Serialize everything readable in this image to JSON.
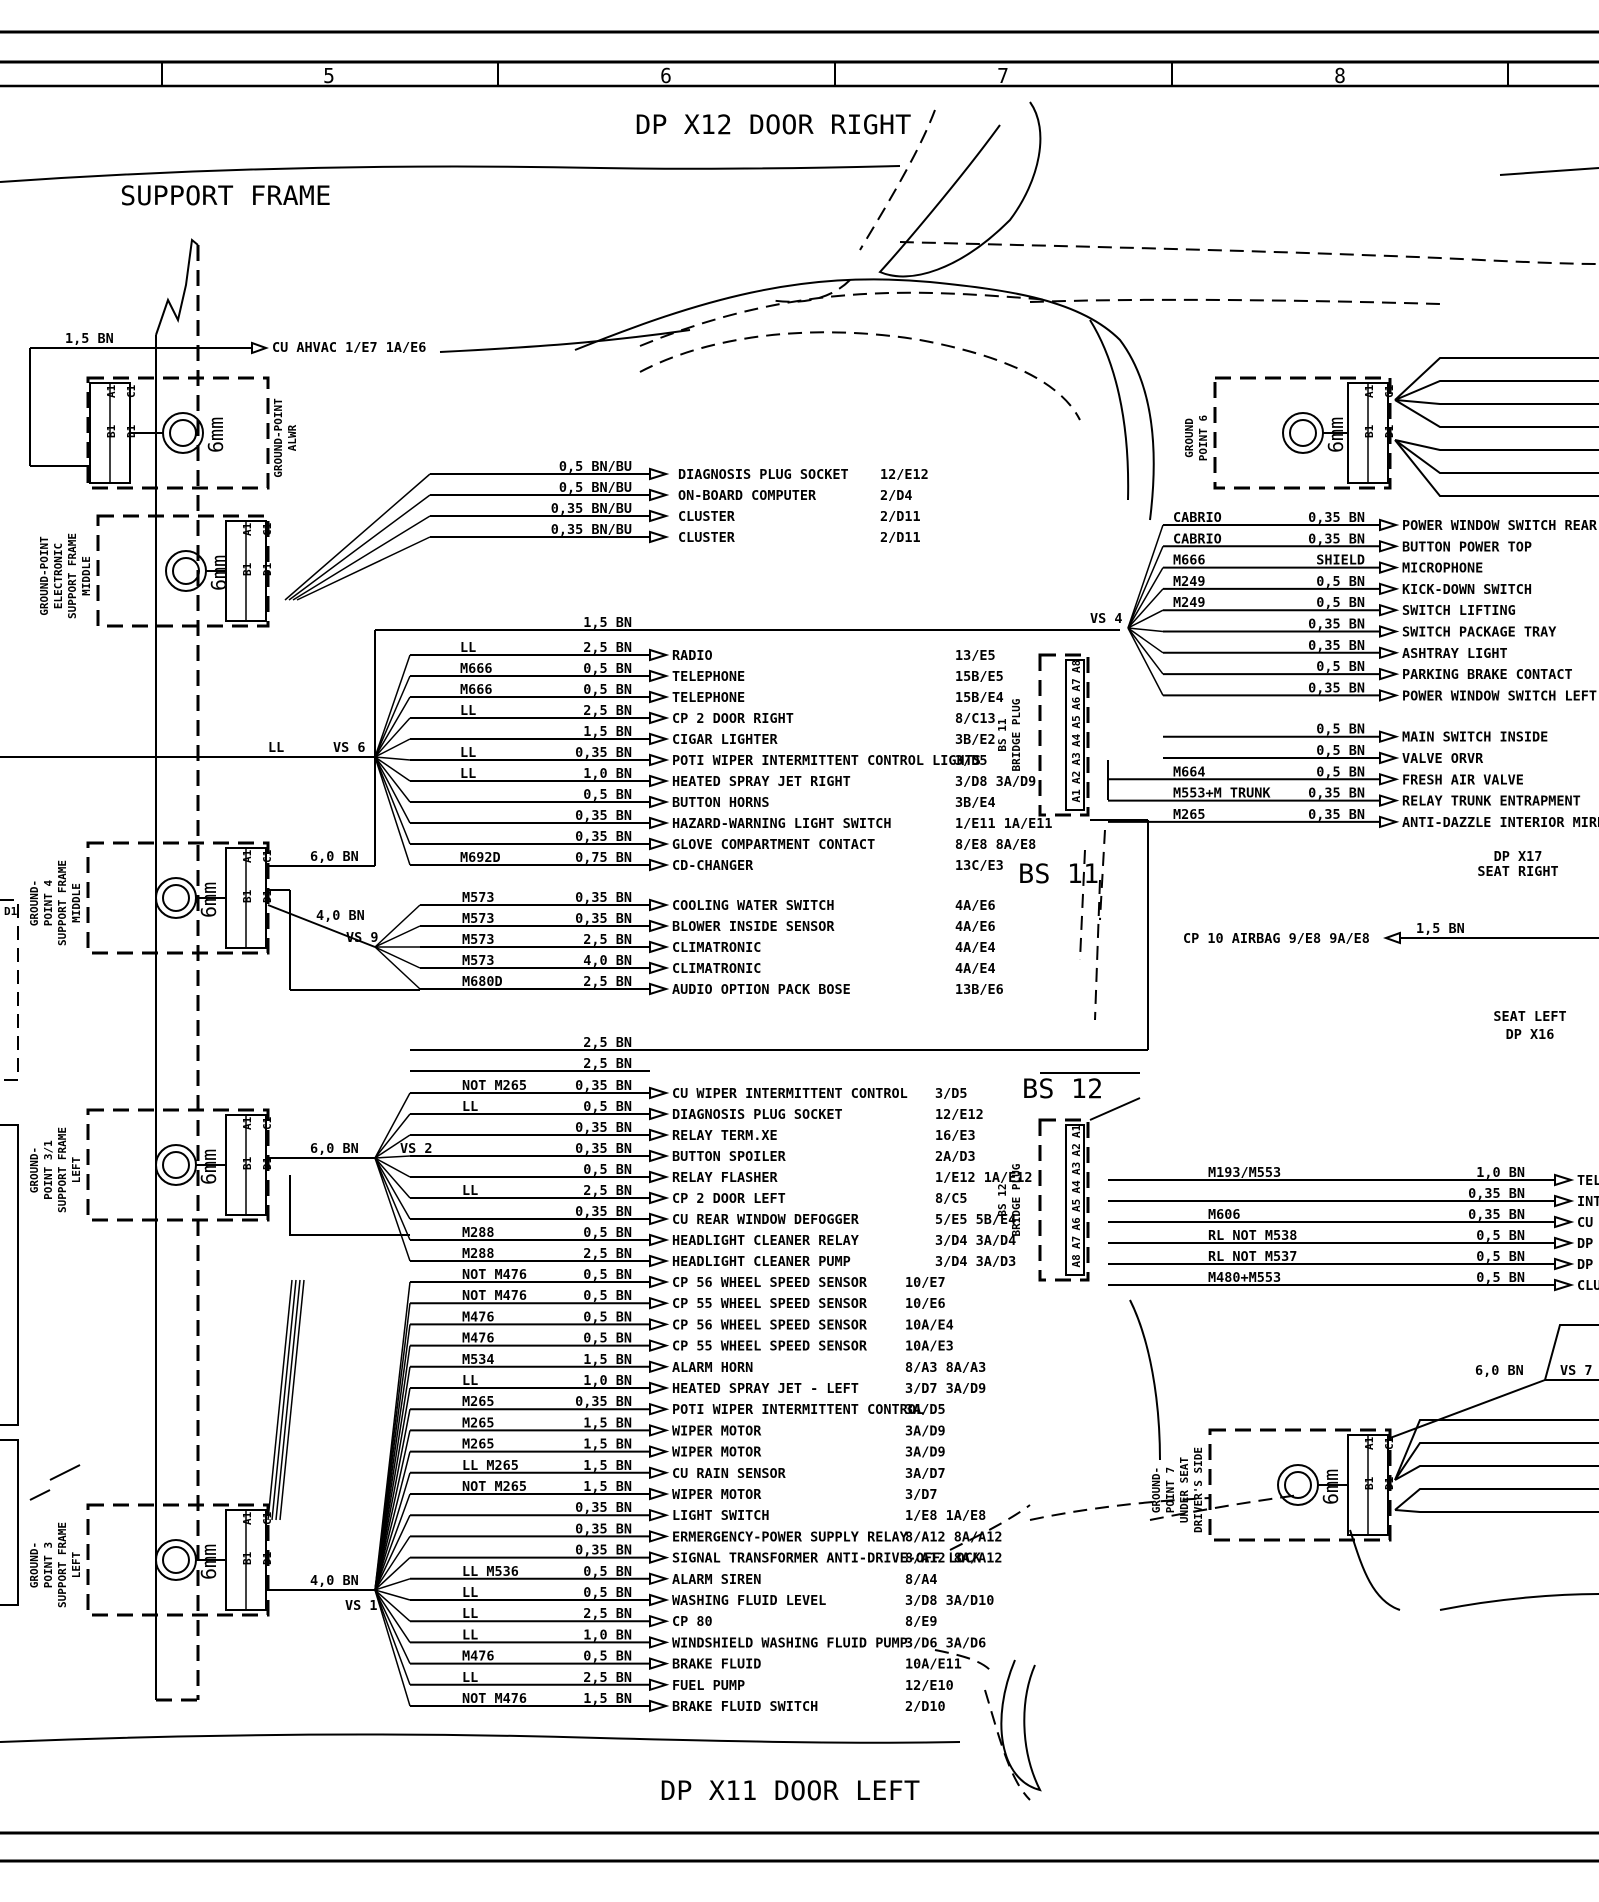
{
  "title_colors": {
    "ink": "#000000",
    "paper": "#ffffff"
  },
  "grid_columns": [
    "5",
    "6",
    "7",
    "8"
  ],
  "areas": {
    "door_right": "DP X12  DOOR RIGHT",
    "door_left": "DP X11  DOOR LEFT",
    "support_frame": "SUPPORT FRAME",
    "seat_right": [
      "DP X17",
      "SEAT RIGHT"
    ],
    "seat_left": [
      "SEAT LEFT",
      "DP X16"
    ]
  },
  "ground_points": [
    {
      "id": "gp-alwr",
      "label": [
        "GROUND-POINT",
        "ALWR"
      ],
      "size": "6mm",
      "pins": [
        "A1",
        "B1",
        "C1",
        "D1"
      ]
    },
    {
      "id": "gp-electronic",
      "label": [
        "GROUND-POINT",
        "ELECTRONIC",
        "SUPPORT FRAME",
        "MIDDLE"
      ],
      "size": "6mm",
      "pins": [
        "A1",
        "B1",
        "C1",
        "D1"
      ]
    },
    {
      "id": "gp-4",
      "label": [
        "GROUND-",
        "POINT 4",
        "SUPPORT FRAME",
        "MIDDLE"
      ],
      "size": "6mm",
      "pins": [
        "A1",
        "B1",
        "C1",
        "D1"
      ]
    },
    {
      "id": "gp-3-1",
      "label": [
        "GROUND-",
        "POINT 3/1",
        "SUPPORT FRAME",
        "LEFT"
      ],
      "size": "6mm",
      "pins": [
        "A1",
        "B1",
        "C1",
        "D1"
      ]
    },
    {
      "id": "gp-3",
      "label": [
        "GROUND-",
        "POINT 3",
        "SUPPORT FRAME",
        "LEFT"
      ],
      "size": "6mm",
      "pins": [
        "A1",
        "B1",
        "C1",
        "D1"
      ]
    },
    {
      "id": "gp-6",
      "label": [
        "GROUND",
        "POINT 6"
      ],
      "size": "6mm",
      "pins": [
        "A1",
        "B1",
        "C1",
        "D1"
      ]
    },
    {
      "id": "gp-7",
      "label": [
        "GROUND-",
        "POINT 7",
        "UNDER SEAT",
        "DRIVER'S SIDE"
      ],
      "size": "6mm",
      "pins": [
        "A1",
        "B1",
        "C1",
        "D1"
      ]
    }
  ],
  "top_wire": {
    "gauge": "1,5 BN",
    "dest": "CU AHVAC  1/E7  1A/E6"
  },
  "electronic_wires": [
    {
      "gauge": "0,5 BN/BU",
      "dest": "DIAGNOSIS PLUG SOCKET",
      "ref": "12/E12"
    },
    {
      "gauge": "0,5 BN/BU",
      "dest": "ON-BOARD COMPUTER",
      "ref": "2/D4"
    },
    {
      "gauge": "0,35 BN/BU",
      "dest": "CLUSTER",
      "ref": "2/D11"
    },
    {
      "gauge": "0,35 BN/BU",
      "dest": "CLUSTER",
      "ref": "2/D11"
    }
  ],
  "vs6": {
    "label": "VS 6",
    "feed": "LL",
    "bus_gauge": "1,5 BN",
    "ground_gauge": "6,0 BN",
    "wires": [
      {
        "code": "LL",
        "gauge": "2,5 BN",
        "dest": "RADIO",
        "ref": "13/E5"
      },
      {
        "code": "M666",
        "gauge": "0,5 BN",
        "dest": "TELEPHONE",
        "ref": "15B/E5"
      },
      {
        "code": "M666",
        "gauge": "0,5 BN",
        "dest": "TELEPHONE",
        "ref": "15B/E4"
      },
      {
        "code": "LL",
        "gauge": "2,5 BN",
        "dest": "CP 2  DOOR RIGHT",
        "ref": "8/C13"
      },
      {
        "code": "",
        "gauge": "1,5 BN",
        "dest": "CIGAR LIGHTER",
        "ref": "3B/E2"
      },
      {
        "code": "LL",
        "gauge": "0,35 BN",
        "dest": "POTI WIPER INTERMITTENT CONTROL LIGHTS",
        "ref": "3/D5"
      },
      {
        "code": "LL",
        "gauge": "1,0 BN",
        "dest": "HEATED SPRAY JET  RIGHT",
        "ref": "3/D8  3A/D9"
      },
      {
        "code": "",
        "gauge": "0,5 BN",
        "dest": "BUTTON HORNS",
        "ref": "3B/E4"
      },
      {
        "code": "",
        "gauge": "0,35 BN",
        "dest": "HAZARD-WARNING LIGHT SWITCH",
        "ref": "1/E11  1A/E11"
      },
      {
        "code": "",
        "gauge": "0,35 BN",
        "dest": "GLOVE COMPARTMENT CONTACT",
        "ref": "8/E8  8A/E8"
      },
      {
        "code": "M692D",
        "gauge": "0,75 BN",
        "dest": "CD-CHANGER",
        "ref": "13C/E3"
      }
    ]
  },
  "vs9": {
    "label": "VS 9",
    "gauge": "4,0 BN",
    "wires": [
      {
        "code": "M573",
        "gauge": "0,35 BN",
        "dest": "COOLING WATER SWITCH",
        "ref": "4A/E6"
      },
      {
        "code": "M573",
        "gauge": "0,35 BN",
        "dest": "BLOWER INSIDE SENSOR",
        "ref": "4A/E6"
      },
      {
        "code": "M573",
        "gauge": "2,5 BN",
        "dest": "CLIMATRONIC",
        "ref": "4A/E4"
      },
      {
        "code": "M573",
        "gauge": "4,0 BN",
        "dest": "CLIMATRONIC",
        "ref": "4A/E4"
      },
      {
        "code": "M680D",
        "gauge": "2,5 BN",
        "dest": "AUDIO OPTION PACK BOSE",
        "ref": "13B/E6"
      }
    ]
  },
  "vs2": {
    "label": "VS 2",
    "ground_gauge": "6,0 BN",
    "extra_gauges": [
      "2,5 BN",
      "2,5 BN"
    ],
    "wires": [
      {
        "code": "NOT M265",
        "gauge": "0,35 BN",
        "dest": "CU WIPER INTERMITTENT CONTROL",
        "ref": "3/D5"
      },
      {
        "code": "LL",
        "gauge": "0,5 BN",
        "dest": "DIAGNOSIS PLUG SOCKET",
        "ref": "12/E12"
      },
      {
        "code": "",
        "gauge": "0,35 BN",
        "dest": "RELAY TERM.XE",
        "ref": "16/E3"
      },
      {
        "code": "",
        "gauge": "0,35 BN",
        "dest": "BUTTON SPOILER",
        "ref": "2A/D3"
      },
      {
        "code": "",
        "gauge": "0,5 BN",
        "dest": "RELAY FLASHER",
        "ref": "1/E12  1A/E12"
      },
      {
        "code": "LL",
        "gauge": "2,5 BN",
        "dest": "CP 2 DOOR LEFT",
        "ref": "8/C5"
      },
      {
        "code": "",
        "gauge": "0,35 BN",
        "dest": "CU REAR WINDOW DEFOGGER",
        "ref": "5/E5  5B/E4"
      },
      {
        "code": "M288",
        "gauge": "0,5 BN",
        "dest": "HEADLIGHT CLEANER RELAY",
        "ref": "3/D4  3A/D4"
      },
      {
        "code": "M288",
        "gauge": "2,5 BN",
        "dest": "HEADLIGHT CLEANER PUMP",
        "ref": "3/D4  3A/D3"
      }
    ]
  },
  "vs1": {
    "label": "VS 1",
    "gauge": "4,0 BN",
    "wires": [
      {
        "code": "NOT M476",
        "gauge": "0,5 BN",
        "dest": "CP 56 WHEEL SPEED SENSOR",
        "ref": "10/E7"
      },
      {
        "code": "NOT M476",
        "gauge": "0,5 BN",
        "dest": "CP 55 WHEEL SPEED SENSOR",
        "ref": "10/E6"
      },
      {
        "code": "M476",
        "gauge": "0,5 BN",
        "dest": "CP 56 WHEEL SPEED SENSOR",
        "ref": "10A/E4"
      },
      {
        "code": "M476",
        "gauge": "0,5 BN",
        "dest": "CP 55 WHEEL SPEED SENSOR",
        "ref": "10A/E3"
      },
      {
        "code": "M534",
        "gauge": "1,5 BN",
        "dest": "ALARM HORN",
        "ref": "8/A3  8A/A3"
      },
      {
        "code": "LL",
        "gauge": "1,0 BN",
        "dest": "HEATED SPRAY JET - LEFT",
        "ref": "3/D7  3A/D9"
      },
      {
        "code": "M265",
        "gauge": "0,35 BN",
        "dest": "POTI WIPER INTERMITTENT CONTROL",
        "ref": "3A/D5"
      },
      {
        "code": "M265",
        "gauge": "1,5 BN",
        "dest": "WIPER MOTOR",
        "ref": "3A/D9"
      },
      {
        "code": "M265",
        "gauge": "1,5 BN",
        "dest": "WIPER MOTOR",
        "ref": "3A/D9"
      },
      {
        "code": "LL M265",
        "gauge": "1,5 BN",
        "dest": "CU RAIN SENSOR",
        "ref": "3A/D7"
      },
      {
        "code": "NOT M265",
        "gauge": "1,5 BN",
        "dest": "WIPER MOTOR",
        "ref": "3/D7"
      },
      {
        "code": "",
        "gauge": "0,35 BN",
        "dest": "LIGHT SWITCH",
        "ref": "1/E8  1A/E8"
      },
      {
        "code": "",
        "gauge": "0,35 BN",
        "dest": "ERMERGENCY-POWER SUPPLY RELAY",
        "ref": "8/A12  8A/A12"
      },
      {
        "code": "",
        "gauge": "0,35 BN",
        "dest": "SIGNAL TRANSFORMER ANTI-DRIVE-OFF LOCK",
        "ref": "8/A12  8A/A12"
      },
      {
        "code": "LL M536",
        "gauge": "0,5 BN",
        "dest": "ALARM SIREN",
        "ref": "8/A4"
      },
      {
        "code": "LL",
        "gauge": "0,5 BN",
        "dest": "WASHING FLUID LEVEL",
        "ref": "3/D8  3A/D10"
      },
      {
        "code": "LL",
        "gauge": "2,5 BN",
        "dest": "CP 80",
        "ref": "8/E9"
      },
      {
        "code": "LL",
        "gauge": "1,0 BN",
        "dest": "WINDSHIELD WASHING FLUID PUMP",
        "ref": "3/D6  3A/D6"
      },
      {
        "code": "M476",
        "gauge": "0,5 BN",
        "dest": "BRAKE FLUID",
        "ref": "10A/E11"
      },
      {
        "code": "LL",
        "gauge": "2,5 BN",
        "dest": "FUEL PUMP",
        "ref": "12/E10"
      },
      {
        "code": "NOT M476",
        "gauge": "1,5 BN",
        "dest": "BRAKE FLUID SWITCH",
        "ref": "2/D10"
      }
    ]
  },
  "vs4": {
    "label": "VS 4",
    "wires": [
      {
        "code": "CABRIO",
        "gauge": "0,35 BN",
        "dest": "POWER WINDOW SWITCH REAR"
      },
      {
        "code": "CABRIO",
        "gauge": "0,35 BN",
        "dest": "BUTTON POWER TOP"
      },
      {
        "code": "M666",
        "gauge": "SHIELD",
        "dest": "MICROPHONE"
      },
      {
        "code": "M249",
        "gauge": "0,5 BN",
        "dest": "KICK-DOWN SWITCH"
      },
      {
        "code": "M249",
        "gauge": "0,5 BN",
        "dest": "SWITCH LIFTING"
      },
      {
        "code": "",
        "gauge": "0,35 BN",
        "dest": "SWITCH PACKAGE TRAY"
      },
      {
        "code": "",
        "gauge": "0,35 BN",
        "dest": "ASHTRAY LIGHT"
      },
      {
        "code": "",
        "gauge": "0,5 BN",
        "dest": "PARKING BRAKE CONTACT"
      },
      {
        "code": "",
        "gauge": "0,35 BN",
        "dest": "POWER WINDOW SWITCH LEFT"
      },
      {
        "code": "",
        "gauge": "0,5 BN",
        "dest": "MAIN SWITCH INSIDE"
      },
      {
        "code": "",
        "gauge": "0,5 BN",
        "dest": "VALVE ORVR"
      },
      {
        "code": "M664",
        "gauge": "0,5 BN",
        "dest": "FRESH AIR VALVE"
      },
      {
        "code": "M553+M TRUNK",
        "gauge": "0,35 BN",
        "dest": "RELAY TRUNK ENTRAPMENT"
      },
      {
        "code": "M265",
        "gauge": "0,35 BN",
        "dest": "ANTI-DAZZLE INTERIOR MIRR"
      }
    ]
  },
  "bs11": {
    "name": "BS 11",
    "plug": "BS 11 BRIDGE PLUG",
    "pins": [
      "A8",
      "A7",
      "A6",
      "A5",
      "A4",
      "A3",
      "A2",
      "A1"
    ]
  },
  "bs12": {
    "name": "BS 12",
    "plug": "BS 12 BRIDGE PLUG",
    "pins": [
      "A1",
      "A2",
      "A3",
      "A4",
      "A5",
      "A6",
      "A7",
      "A8"
    ]
  },
  "bs12_wires": [
    {
      "code": "M193/M553",
      "gauge": "1,0 BN",
      "dest": "TEL"
    },
    {
      "code": "",
      "gauge": "0,35 BN",
      "dest": "INT"
    },
    {
      "code": "M606",
      "gauge": "0,35 BN",
      "dest": "CU"
    },
    {
      "code": "RL NOT M538",
      "gauge": "0,5 BN",
      "dest": "DP"
    },
    {
      "code": "RL NOT M537",
      "gauge": "0,5 BN",
      "dest": "DP"
    },
    {
      "code": "M480+M553",
      "gauge": "0,5 BN",
      "dest": "CLU"
    }
  ],
  "airbag": {
    "dest": "CP 10  AIRBAG  9/E8  9A/E8",
    "gauge": "1,5 BN"
  },
  "gp7": {
    "gauge": "6,0 BN",
    "splice": "VS 7"
  }
}
